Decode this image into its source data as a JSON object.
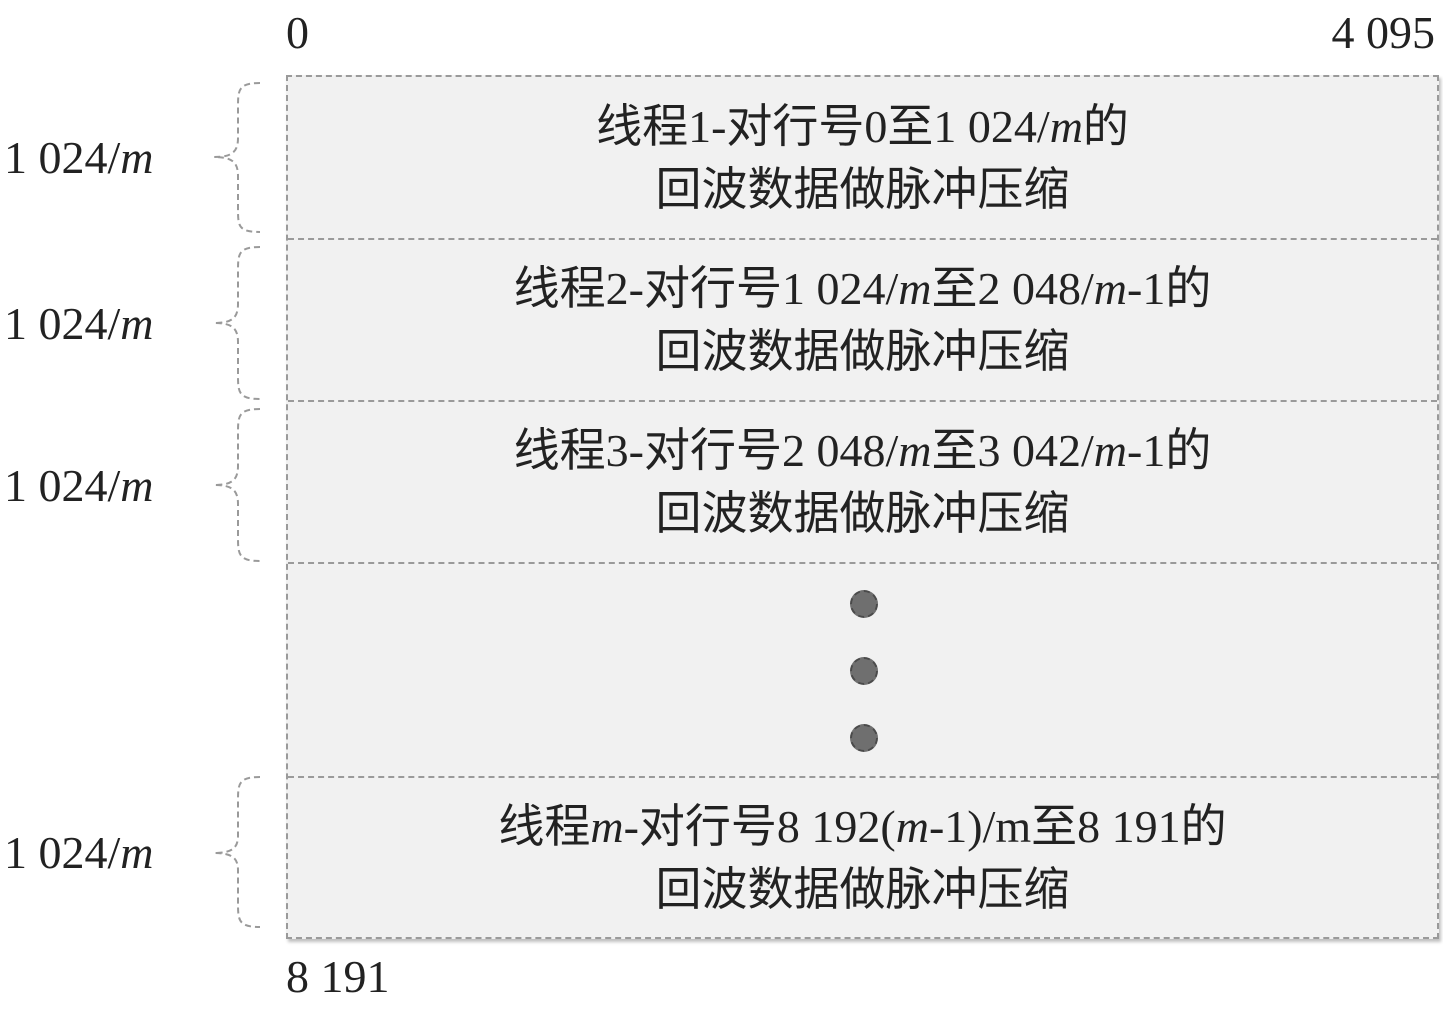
{
  "corners": {
    "top_left": "0",
    "top_right": "4 095",
    "bottom_left": "8 191"
  },
  "side_label": {
    "prefix": "1 024/",
    "var": "m"
  },
  "blocks": [
    {
      "line1": [
        {
          "t": "线程1-对行号0至1 024/"
        },
        {
          "t": "m",
          "i": true
        },
        {
          "t": "的"
        }
      ],
      "line2": "回波数据做脉冲压缩"
    },
    {
      "line1": [
        {
          "t": "线程2-对行号1 024/"
        },
        {
          "t": "m",
          "i": true
        },
        {
          "t": "至2 048/"
        },
        {
          "t": "m",
          "i": true
        },
        {
          "t": "-1的"
        }
      ],
      "line2": "回波数据做脉冲压缩"
    },
    {
      "line1": [
        {
          "t": "线程3-对行号2 048/"
        },
        {
          "t": "m",
          "i": true
        },
        {
          "t": "至3 042/"
        },
        {
          "t": "m",
          "i": true
        },
        {
          "t": "-1的"
        }
      ],
      "line2": "回波数据做脉冲压缩"
    },
    {
      "line1": [
        {
          "t": "线程"
        },
        {
          "t": "m",
          "i": true
        },
        {
          "t": "-对行号8 192("
        },
        {
          "t": "m",
          "i": true
        },
        {
          "t": "-1)/m至8 191的"
        }
      ],
      "line2": "回波数据做脉冲压缩"
    }
  ]
}
